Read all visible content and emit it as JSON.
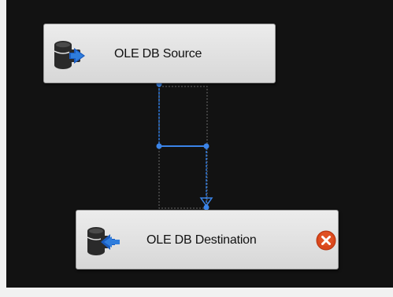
{
  "components": {
    "source": {
      "label": "OLE DB Source",
      "icon": "database-arrow-out-icon"
    },
    "destination": {
      "label": "OLE DB Destination",
      "icon": "database-arrow-in-icon",
      "status": "error"
    }
  },
  "colors": {
    "canvas_background": "#121212",
    "component_fill": "#dcdcdc",
    "path_color": "#2e7be0",
    "error_color": "#d9461b",
    "arrow_color": "#1a5bbf"
  }
}
